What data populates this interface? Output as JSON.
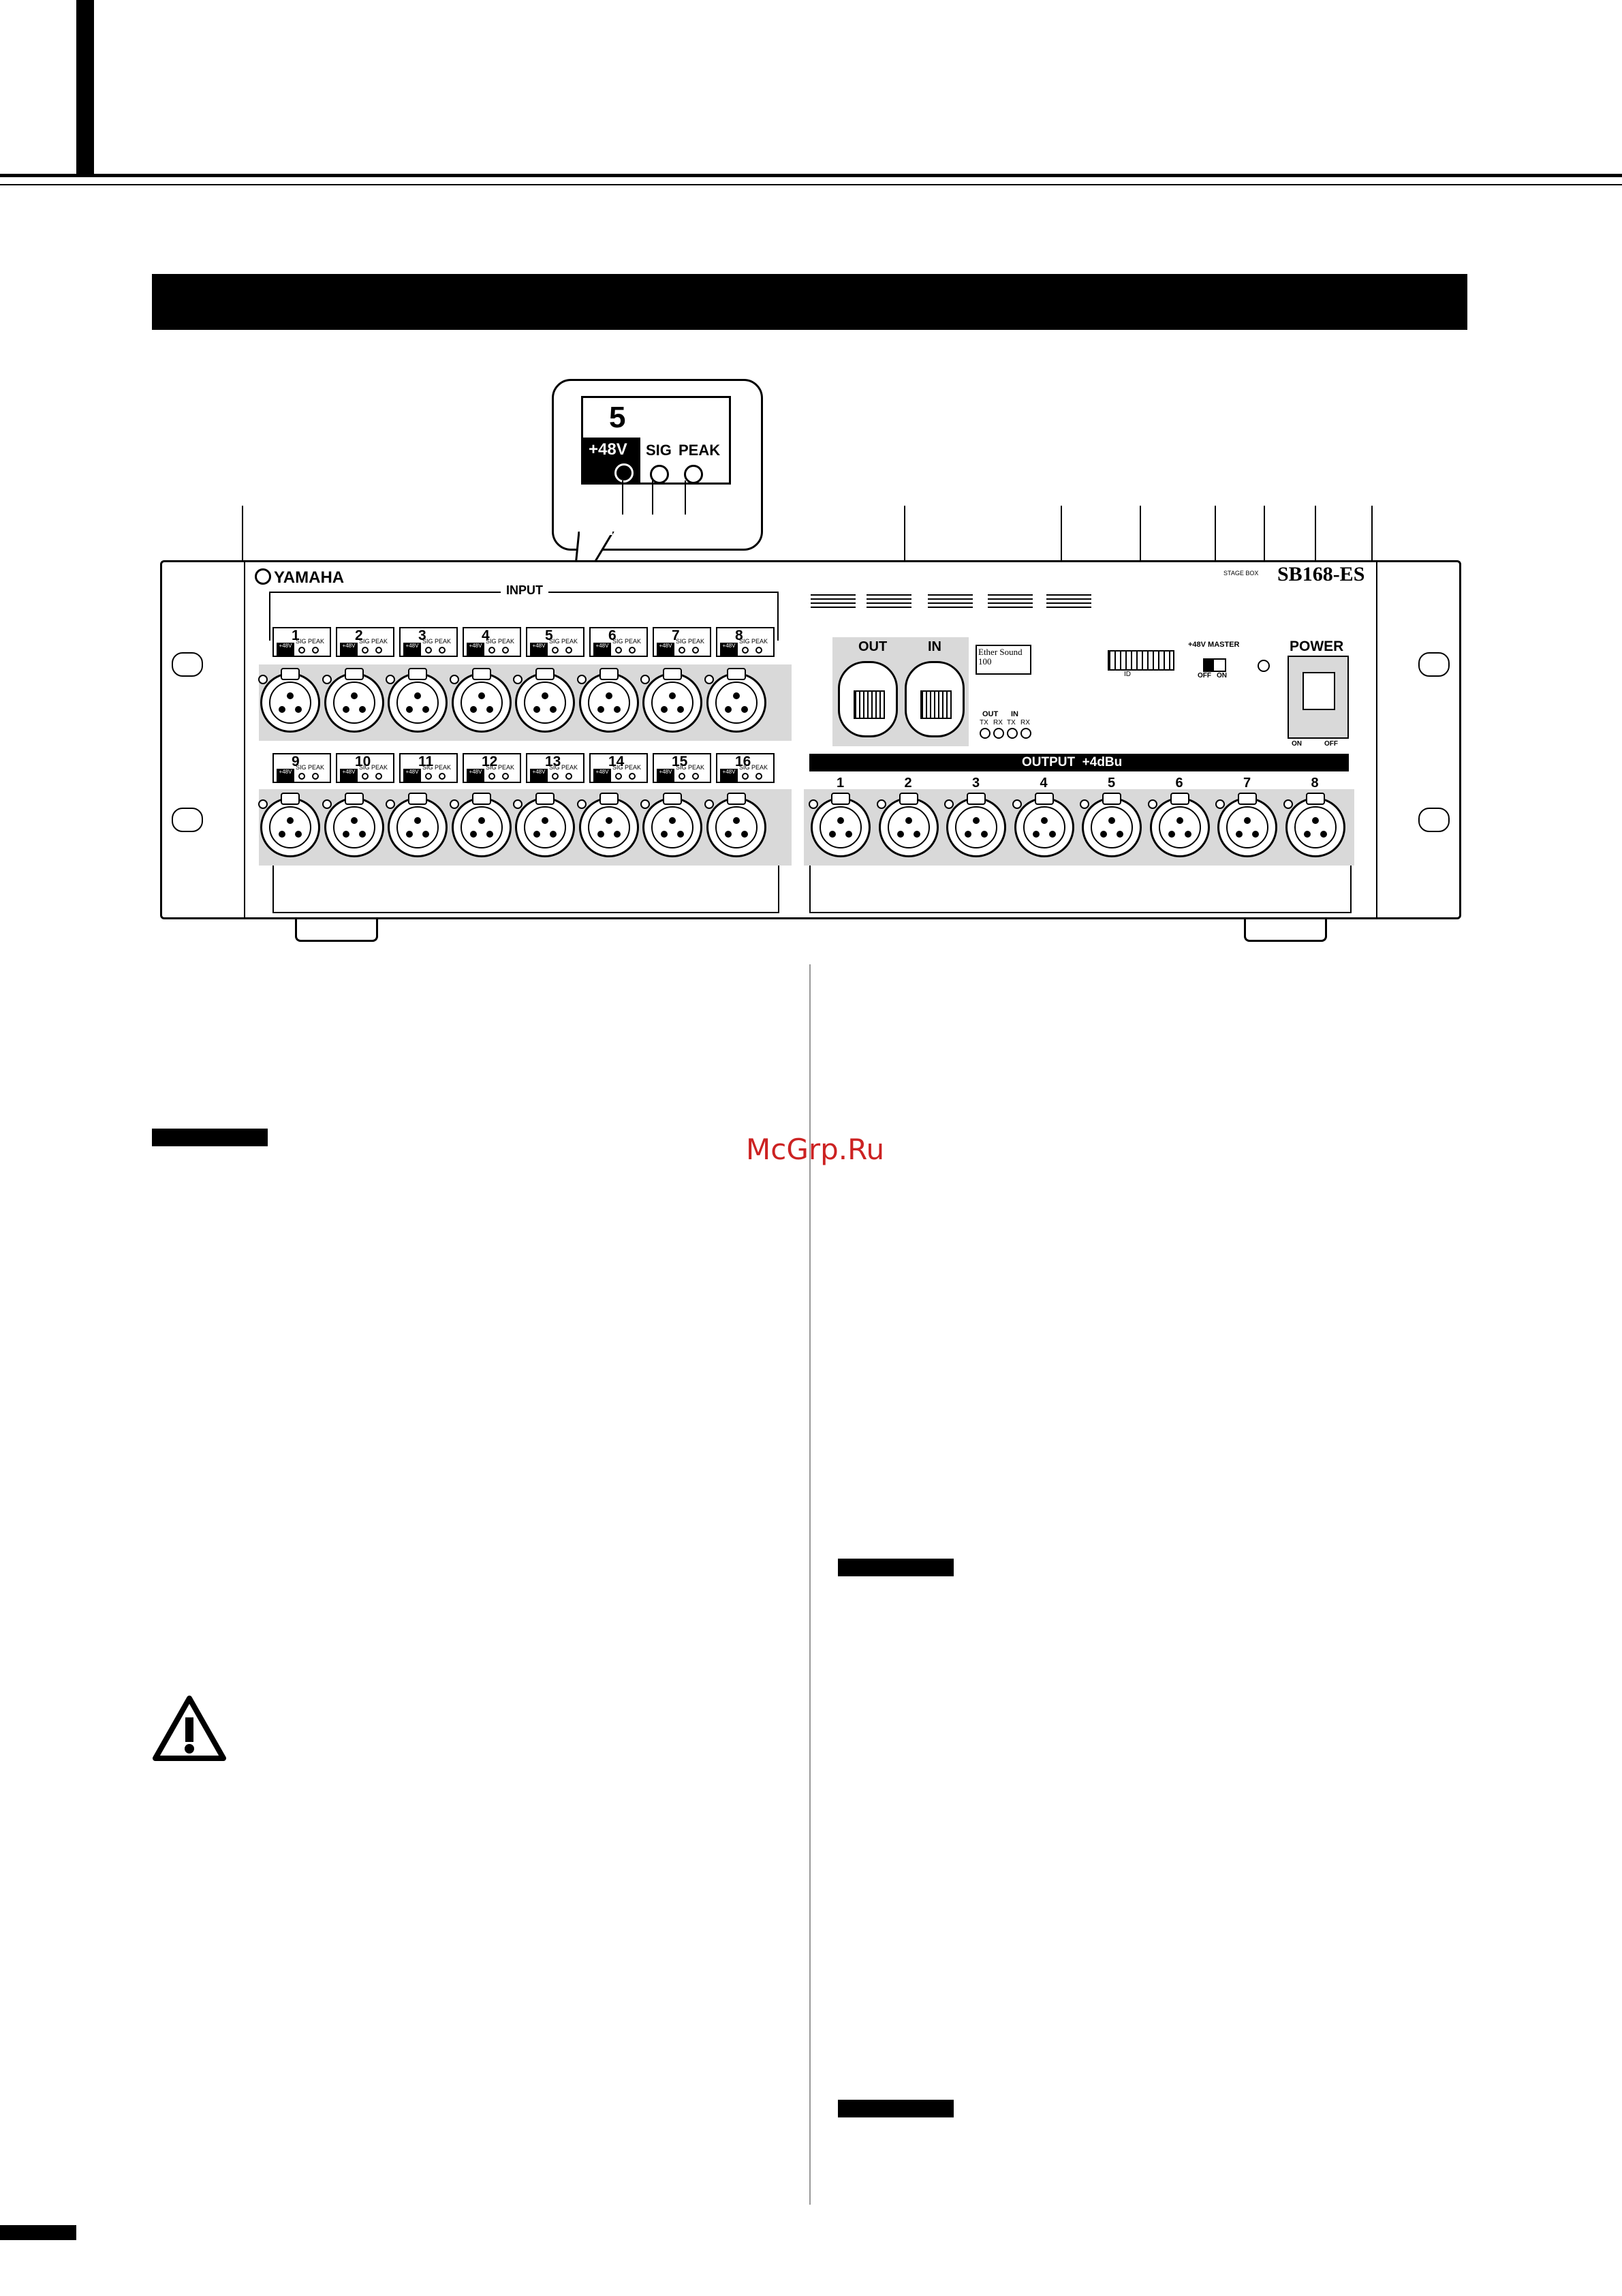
{
  "panel": {
    "brand": "YAMAHA",
    "model_prefix": "STAGE BOX",
    "model": "SB168-ES",
    "input_title": "INPUT",
    "output_title": "OUTPUT  +4dBu",
    "out_label": "OUT",
    "in_label": "IN",
    "ethersound_logo": "Ether Sound 100",
    "led_out_label": "OUT",
    "led_in_label": "IN",
    "tx": "TX",
    "rx": "RX",
    "id_label": "ID",
    "master_label": "+48V  MASTER",
    "off": "OFF",
    "on": "ON",
    "power_label": "POWER",
    "power_on": "ON",
    "power_off": "OFF",
    "channel_sig": "SIG",
    "channel_peak": "PEAK",
    "channel_48v": "+48V",
    "input_channels_row1": [
      "1",
      "2",
      "3",
      "4",
      "5",
      "6",
      "7",
      "8"
    ],
    "input_channels_row2": [
      "9",
      "10",
      "11",
      "12",
      "13",
      "14",
      "15",
      "16"
    ],
    "output_channels": [
      "1",
      "2",
      "3",
      "4",
      "5",
      "6",
      "7",
      "8"
    ]
  },
  "zoom": {
    "number": "5",
    "p48": "+48V",
    "sig": "SIG",
    "peak": "PEAK"
  },
  "watermark": "McGrp.Ru"
}
